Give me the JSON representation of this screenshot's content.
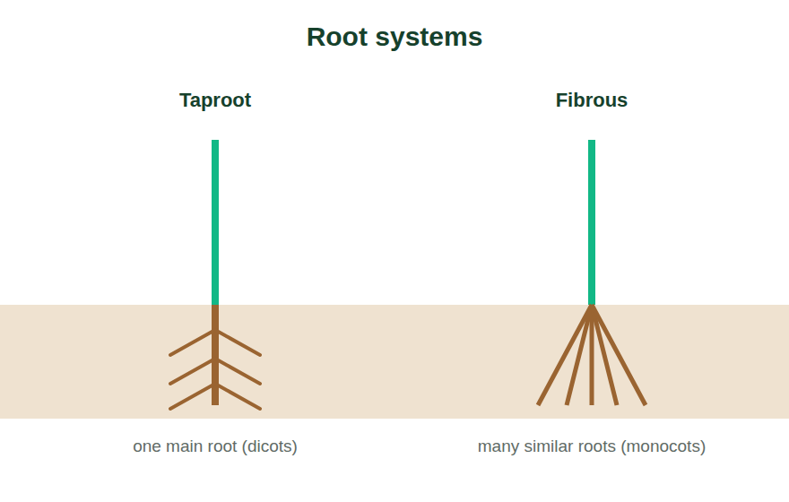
{
  "diagram": {
    "title": "Root systems",
    "labels": [
      "Taproot",
      "Fibrous",
      "one main root (dicots)",
      "many similar roots (monocots)"
    ]
  }
}
